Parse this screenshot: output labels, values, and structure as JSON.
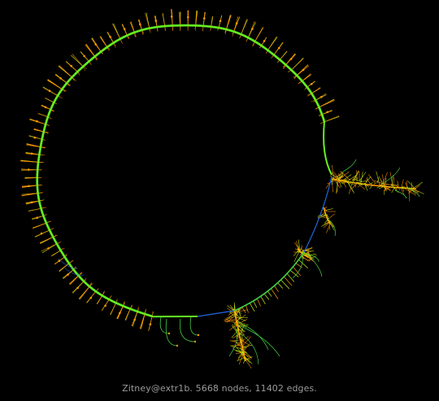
{
  "figure": {
    "caption": "Zitney@extr1b. 5668 nodes, 11402 edges.",
    "background_color": "#000000",
    "caption_color": "#9a9a9a"
  },
  "graph": {
    "node_count": 5668,
    "edge_count": 11402,
    "edge_colors": {
      "ring": "#66ee22",
      "spoke": "#ccee11",
      "spoke_tip": "#ff9900",
      "bridge": "#2266dd",
      "tendril": "#44cc44"
    },
    "structure": "single large ring with short radial spokes and several branching side chains"
  }
}
